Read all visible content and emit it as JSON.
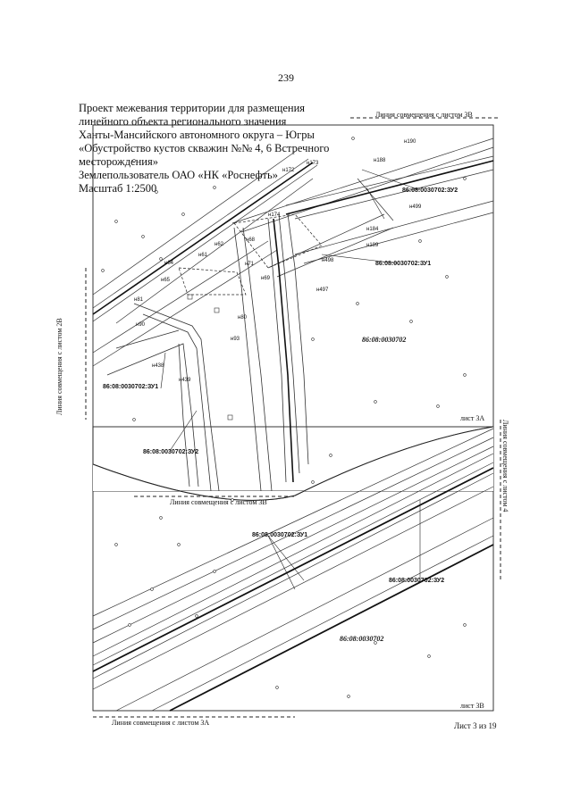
{
  "page_number": "239",
  "title_lines": [
    "Проект межевания территории для размещения",
    "линейного объекта регионального значения",
    "Ханты-Мансийского автономного округа – Югры",
    "«Обустройство кустов скважин №№ 4, 6 Встречного",
    "месторождения»",
    "Землепользователь ОАО «НК «Роснефть»",
    "Масштаб 1:2500"
  ],
  "match_lines": {
    "top_right": "Линия совмещения с листом 3В",
    "middle": "Линия совмещения с листом 3В",
    "bottom": "Линия совмещения с листом 3А",
    "left_vertical": "Линия совмещения с листом 2В",
    "right_vertical": "Линия совмещения с листом 4"
  },
  "sheet_labels": {
    "sheet_3a": "лист 3А",
    "sheet_3b": "лист 3В"
  },
  "footer": "Лист 3 из 19",
  "cadastral_blocks": {
    "upper": "86:08:0030702",
    "lower": "86:08:0030702"
  },
  "parcels": {
    "p1": "86:08:0030702:ЗУ2",
    "p2": "86:08:0030702:ЗУ1",
    "p3": "86:08:0030702:ЗУ1",
    "p4": "86:08:0030702:ЗУ2",
    "p5": "86:08:0030702:ЗУ1",
    "p6": "86:08:0030702:ЗУ2"
  },
  "point_labels": {
    "n190": "н190",
    "n188": "н188",
    "n173": "н173",
    "n172": "н172",
    "n499": "н499",
    "n174": "н174",
    "n184": "н184",
    "n189": "н189",
    "n68": "н68",
    "n62": "н62",
    "n61": "н61",
    "n64": "н64",
    "n71": "н71",
    "n498": "н498",
    "n65": "н65",
    "n69": "н69",
    "n497": "н497",
    "n81": "н81",
    "n80": "н80",
    "n90": "н90",
    "n93": "н93",
    "n438": "н438",
    "n439": "н439"
  }
}
